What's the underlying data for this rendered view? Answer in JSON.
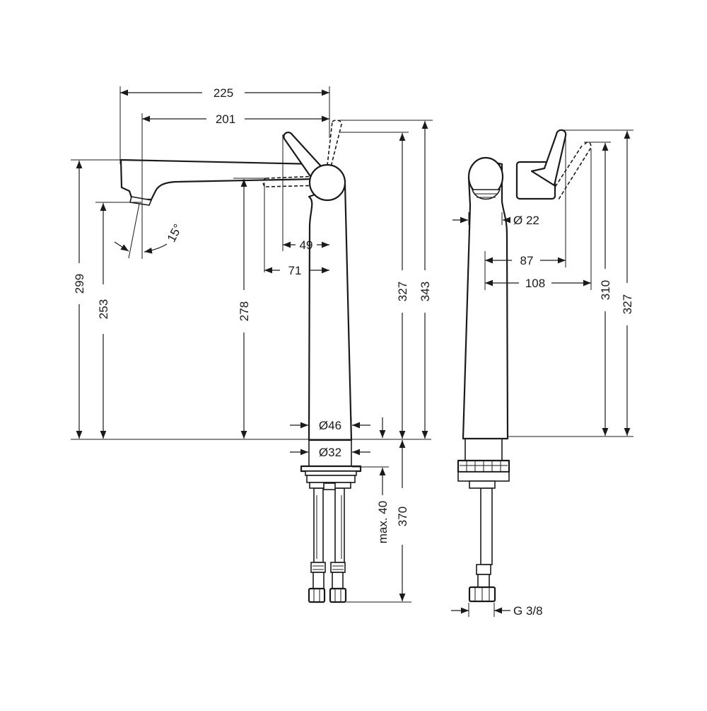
{
  "dimensions": {
    "spout_reach": "225",
    "spout_reach_inner": "201",
    "spray_angle": "15°",
    "lever_offset_small": "49",
    "lever_offset_large": "71",
    "total_height_front": "299",
    "outlet_height": "253",
    "spout_height": "278",
    "height_327_front": "327",
    "height_343": "343",
    "body_diameter": "Ø46",
    "shank_diameter": "Ø32",
    "max_thickness": "max. 40",
    "hose_length": "370",
    "aerator_diameter": "Ø 22",
    "lever_depth_small": "87",
    "lever_depth_large": "108",
    "height_310": "310",
    "height_327_side": "327",
    "connection_thread": "G 3/8"
  },
  "colors": {
    "line": "#1a1a1a",
    "background": "#ffffff"
  }
}
